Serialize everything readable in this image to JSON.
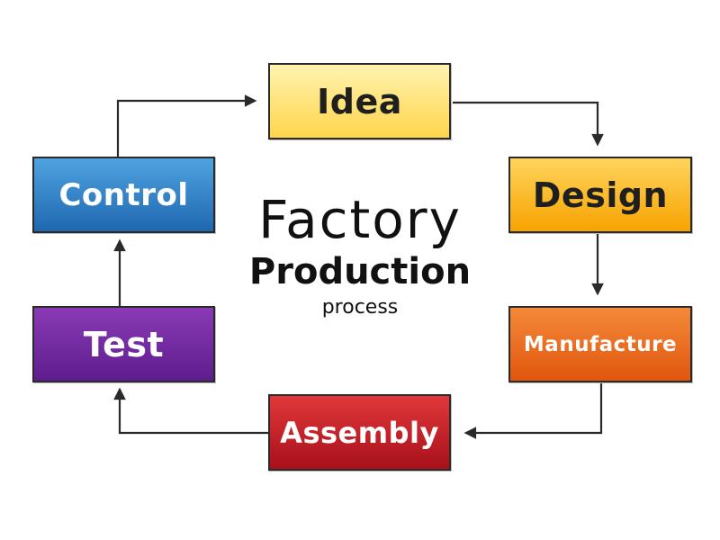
{
  "diagram": {
    "title": {
      "line1": "Factory",
      "line2": "Production",
      "line3": "process"
    },
    "steps": [
      {
        "id": "idea",
        "label": "Idea",
        "color_top": "#fff3b0",
        "color_bottom": "#ffd54a"
      },
      {
        "id": "design",
        "label": "Design",
        "color_top": "#ffd45c",
        "color_bottom": "#f7a300"
      },
      {
        "id": "manufacture",
        "label": "Manufacture",
        "color_top": "#f48a3a",
        "color_bottom": "#e0560d"
      },
      {
        "id": "assembly",
        "label": "Assembly",
        "color_top": "#e0383a",
        "color_bottom": "#a8101a"
      },
      {
        "id": "test",
        "label": "Test",
        "color_top": "#8a3ab5",
        "color_bottom": "#5e1d8e"
      },
      {
        "id": "control",
        "label": "Control",
        "color_top": "#4fa3e0",
        "color_bottom": "#1f67b0"
      }
    ],
    "flow": [
      "idea",
      "design",
      "manufacture",
      "assembly",
      "test",
      "control",
      "idea"
    ]
  }
}
